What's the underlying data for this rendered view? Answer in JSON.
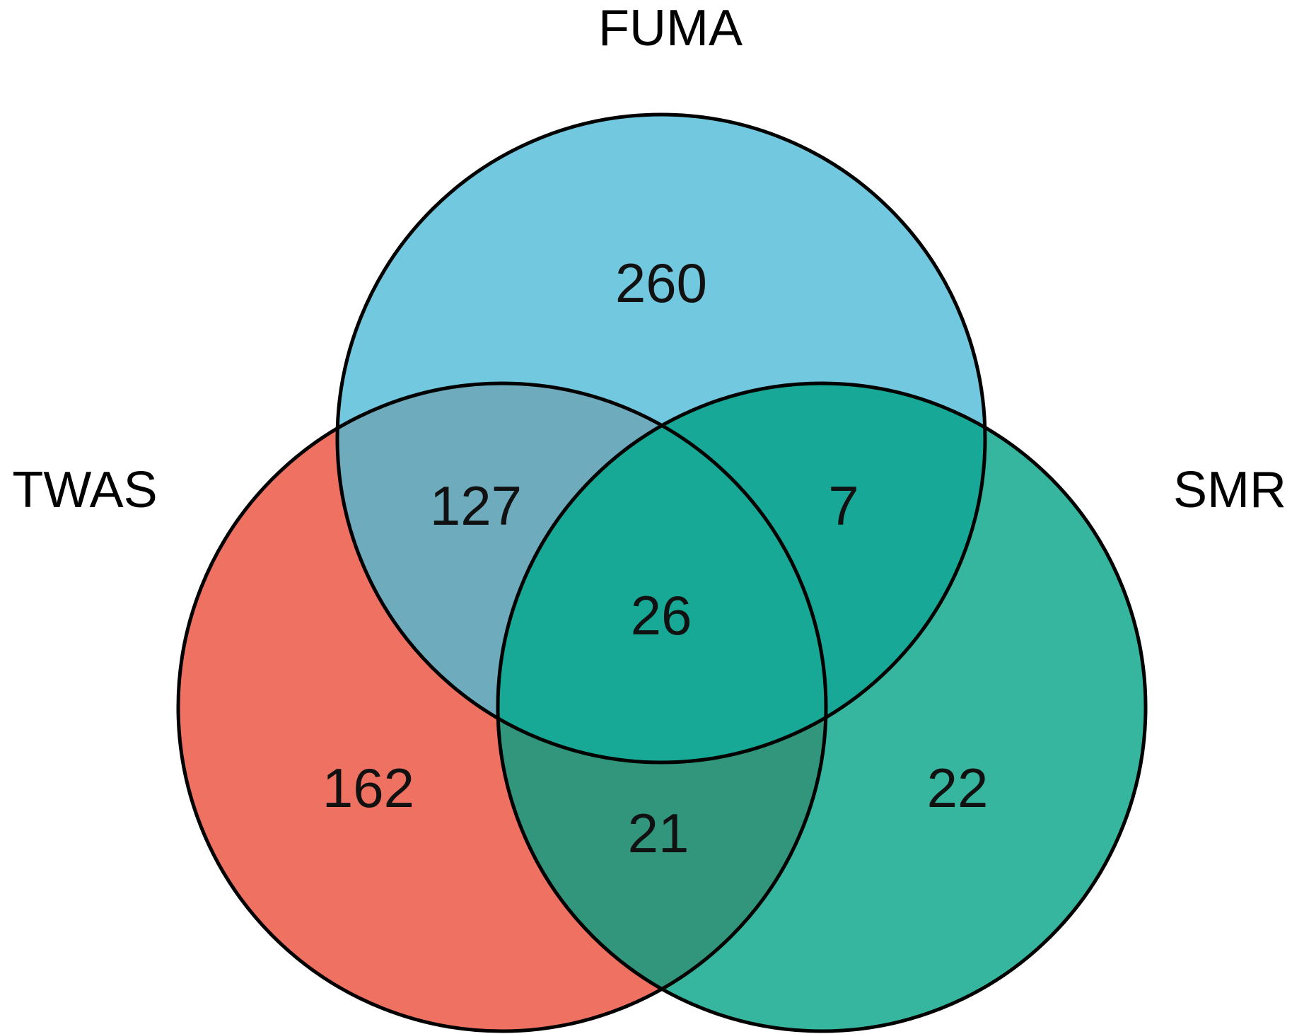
{
  "sets": [
    {
      "id": "fuma",
      "name": "FUMA",
      "color": "#72c9df"
    },
    {
      "id": "twas",
      "name": "TWAS",
      "color": "#ee7161"
    },
    {
      "id": "smr",
      "name": "SMR",
      "color": "#36b59f"
    }
  ],
  "region_colors": {
    "fuma_twas": "#6eacbd",
    "fuma_smr": "#18a897",
    "twas_smr": "#31967c",
    "all": "#17a896"
  },
  "regions": {
    "fuma_only": "260",
    "twas_only": "162",
    "smr_only": "22",
    "fuma_twas": "127",
    "fuma_smr": "7",
    "twas_smr": "21",
    "all": "26"
  }
}
